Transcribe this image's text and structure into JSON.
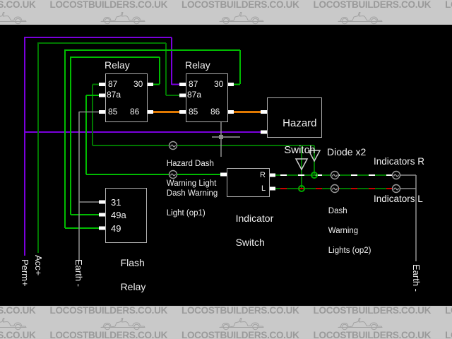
{
  "watermark": {
    "text": "LOCOSTBUILDERS.CO.UK"
  },
  "relays": {
    "left": {
      "title": "Relay",
      "terminals": {
        "t87": "87",
        "t30": "30",
        "t87a": "87a",
        "t85": "85",
        "t86": "86"
      }
    },
    "right": {
      "title": "Relay",
      "terminals": {
        "t87": "87",
        "t30": "30",
        "t87a": "87a",
        "t85": "85",
        "t86": "86"
      }
    }
  },
  "hazard_switch": {
    "line1": "Hazard",
    "line2": "Switch"
  },
  "indicator_switch": {
    "line1": "Indicator",
    "line2": "Switch",
    "right_label": "R",
    "left_label": "L"
  },
  "flash_relay": {
    "line1": "Flash",
    "line2": "Relay",
    "terminals": {
      "t31": "31",
      "t49a": "49a",
      "t49": "49"
    }
  },
  "labels": {
    "hazard_dash_1": "Hazard Dash",
    "hazard_dash_2": "Warning Light",
    "op1_1": "Dash Warning",
    "op1_2": "Light (op1)",
    "diode": "Diode x2",
    "indicators_r": "Indicators R",
    "indicators_l": "Indicators L",
    "op2_1": "Dash",
    "op2_2": "Warning",
    "op2_3": "Lights (op2)"
  },
  "rails": {
    "perm": "Perm+",
    "acc": "Acc+",
    "earth_left": "Earth -",
    "earth_right": "Earth -"
  },
  "colors": {
    "perm_purple": "#7a00dd",
    "feed_dark_green": "#007700",
    "signal_bright_green": "#00bb00",
    "orange": "#e07800",
    "earth_gray": "#8a8a8a",
    "right_indicator_trace": "#ffffff",
    "left_indicator_trace": "#cc0000",
    "banner_bg": "#c9c9c9"
  }
}
